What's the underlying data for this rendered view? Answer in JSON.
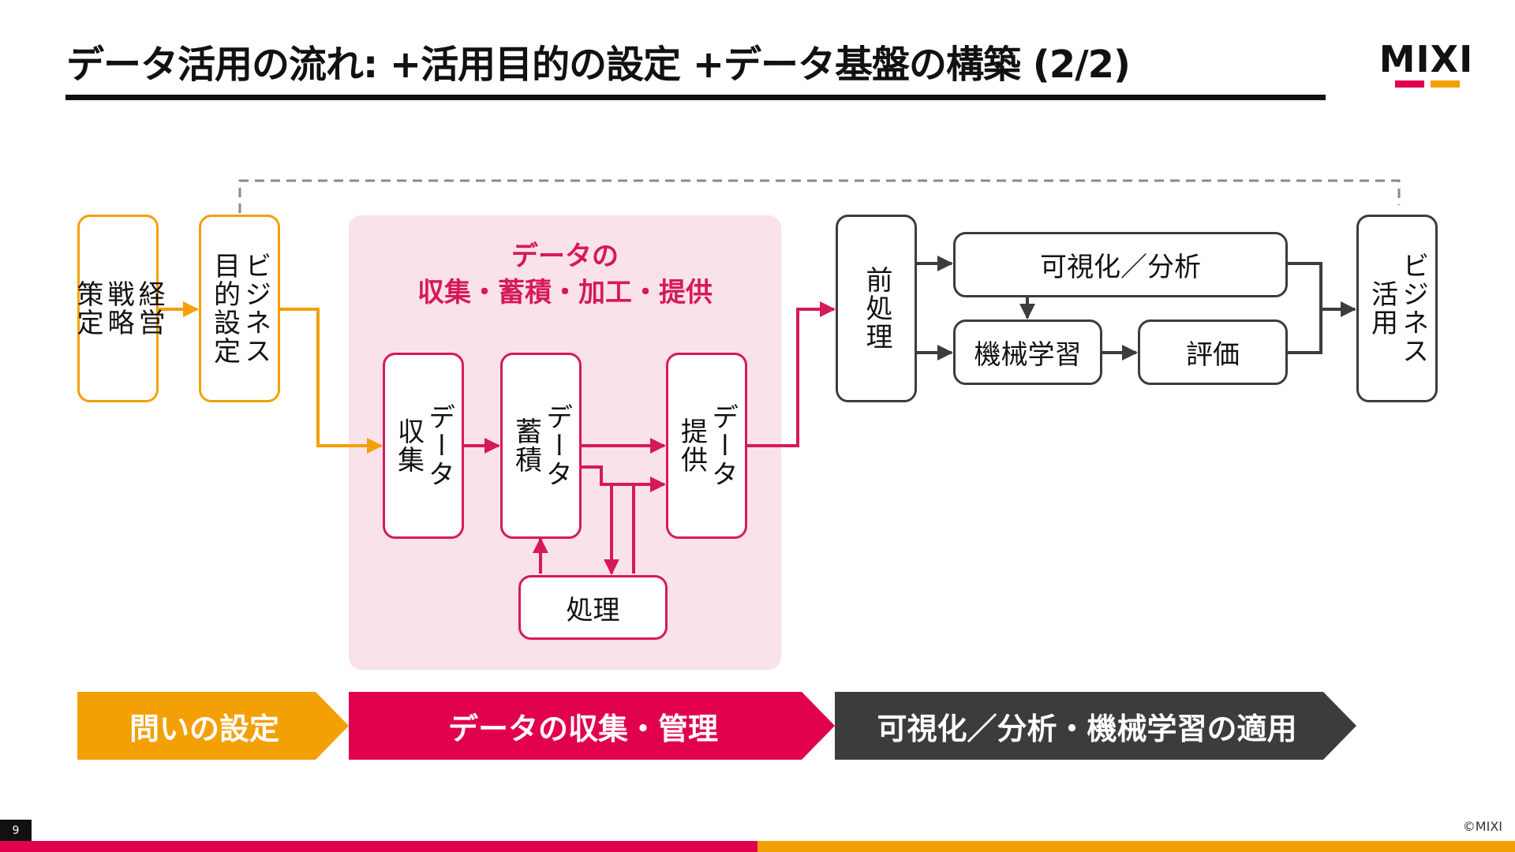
{
  "slide": {
    "title": "データ活用の流れ: +活用目的の設定 +データ基盤の構築 (2/2)",
    "logo": "MIXI",
    "page_number": "9",
    "copyright": "©MIXI"
  },
  "colors": {
    "orange": "#f3a005",
    "pink": "#d6195a",
    "dark": "#3c3c3c",
    "group_bg": "#fae2ea"
  },
  "nodes": {
    "strategy": "経営\n戦略\n策定",
    "business_goal": "ビジネス\n目的設定",
    "collect": "データ\n収集",
    "store": "データ\n蓄積",
    "provide": "データ\n提供",
    "process": "処理",
    "preprocess": "前処理",
    "visualize": "可視化／分析",
    "ml": "機械学習",
    "evaluate": "評価",
    "business_use": "ビジネス\n活用"
  },
  "group": {
    "title": "データの\n収集・蓄積・加工・提供"
  },
  "phases": [
    {
      "label": "問いの設定",
      "color": "#f3a005"
    },
    {
      "label": "データの収集・管理",
      "color": "#e0004d"
    },
    {
      "label": "可視化／分析・機械学習の適用",
      "color": "#3c3c3c"
    }
  ]
}
